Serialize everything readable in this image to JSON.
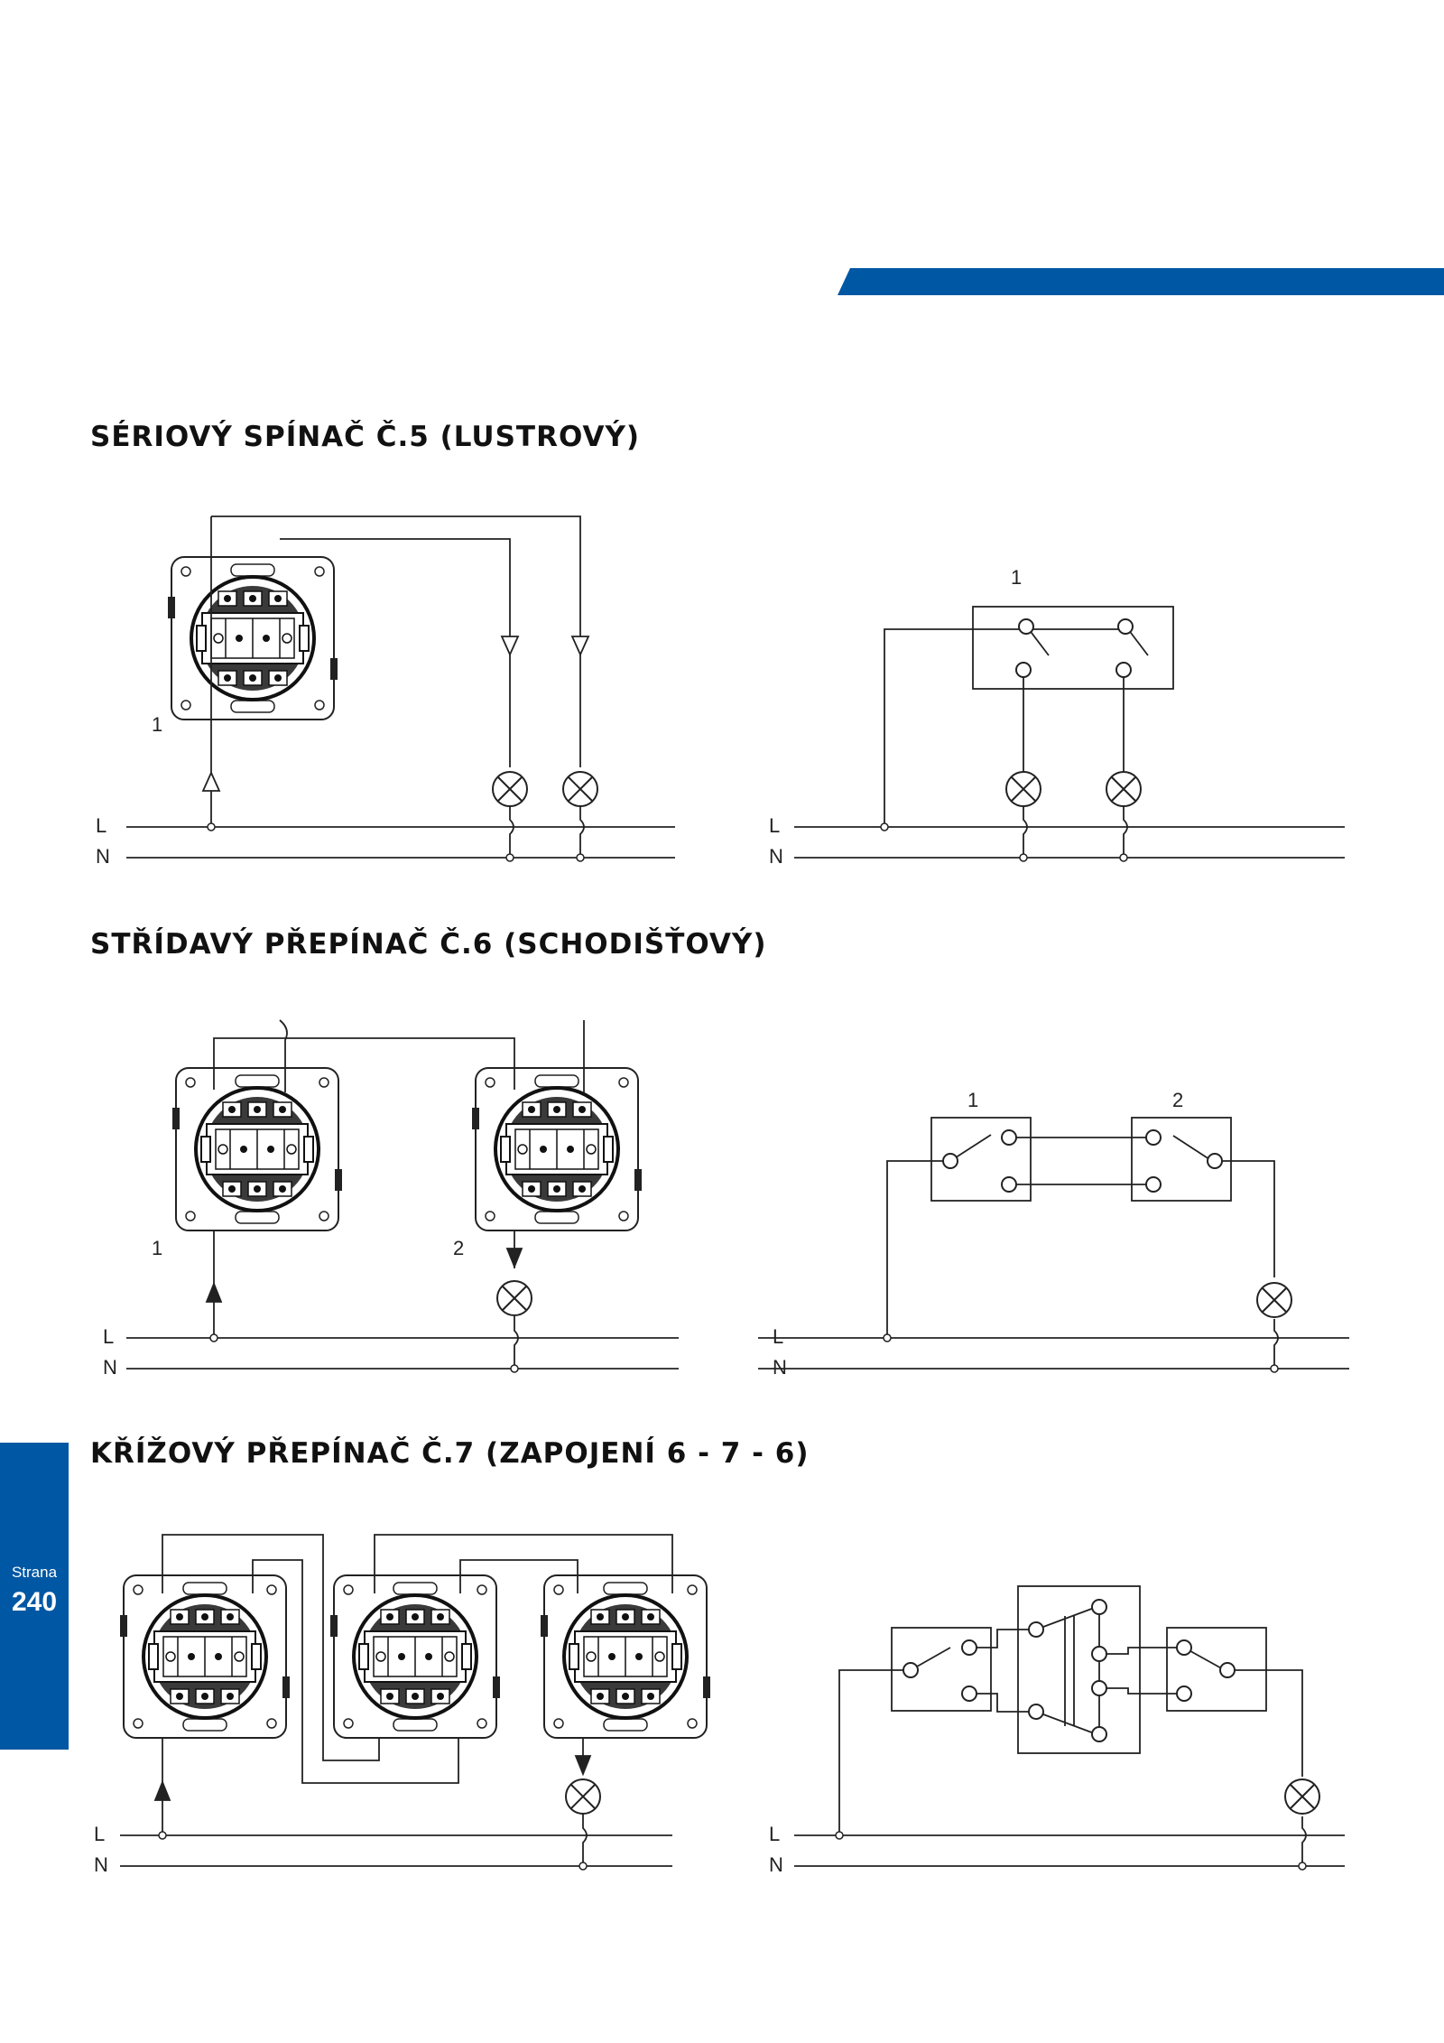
{
  "page": {
    "label": "Strana",
    "number": "240",
    "accent_color": "#0057a3"
  },
  "sections": [
    {
      "title": "SÉRIOVÝ SPÍNAČ Č.5 (LUSTROVÝ)",
      "wiring_labels": {
        "device": "1",
        "line": "L",
        "neutral": "N"
      },
      "schematic_labels": {
        "switch": "1",
        "line": "L",
        "neutral": "N"
      }
    },
    {
      "title": "STŘÍDAVÝ PŘEPÍNAČ Č.6 (SCHODIŠŤOVÝ)",
      "wiring_labels": {
        "device1": "1",
        "device2": "2",
        "line": "L",
        "neutral": "N"
      },
      "schematic_labels": {
        "switch1": "1",
        "switch2": "2",
        "line": "L",
        "neutral": "N"
      }
    },
    {
      "title": "KŘÍŽOVÝ PŘEPÍNAČ Č.7 (ZAPOJENÍ 6 - 7 - 6)",
      "wiring_labels": {
        "line": "L",
        "neutral": "N"
      },
      "schematic_labels": {
        "line": "L",
        "neutral": "N"
      }
    }
  ]
}
